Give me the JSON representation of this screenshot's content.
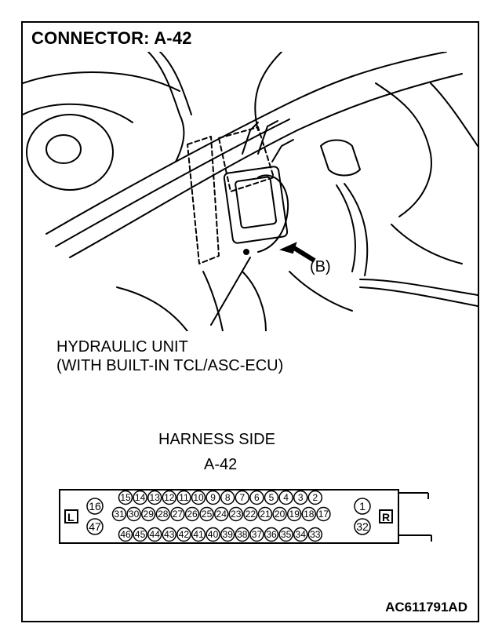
{
  "title": "CONNECTOR: A-42",
  "unit_label": {
    "line1": "HYDRAULIC UNIT",
    "line2": "(WITH BUILT-IN TCL/ASC-ECU)"
  },
  "view_marker": "(B)",
  "harness": {
    "label": "HARNESS SIDE",
    "connector_id": "A-42",
    "left_marker": "L",
    "right_marker": "R",
    "left_pins": [
      "16",
      "47"
    ],
    "right_pins": [
      "1",
      "32"
    ],
    "top_row": [
      "15",
      "14",
      "13",
      "12",
      "11",
      "10",
      "9",
      "8",
      "7",
      "6",
      "5",
      "4",
      "3",
      "2"
    ],
    "middle_row": [
      "31",
      "30",
      "29",
      "28",
      "27",
      "26",
      "25",
      "24",
      "23",
      "22",
      "21",
      "20",
      "19",
      "18",
      "17"
    ],
    "bottom_row": [
      "46",
      "45",
      "44",
      "43",
      "42",
      "41",
      "40",
      "39",
      "38",
      "37",
      "36",
      "35",
      "34",
      "33"
    ]
  },
  "figure_code": "AC611791AD"
}
